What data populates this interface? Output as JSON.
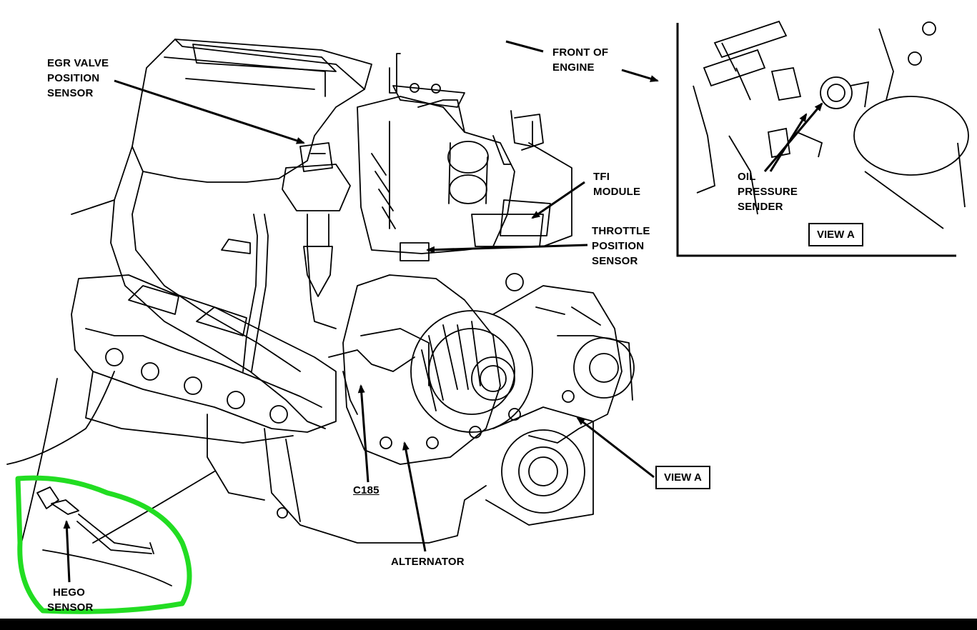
{
  "labels": {
    "egr_valve_position_sensor": [
      "EGR VALVE",
      "POSITION",
      "SENSOR"
    ],
    "front_of_engine": [
      "FRONT OF",
      "ENGINE"
    ],
    "tfi_module": [
      "TFI",
      "MODULE"
    ],
    "throttle_position_sensor": [
      "THROTTLE",
      "POSITION",
      "SENSOR"
    ],
    "oil_pressure_sender": [
      "OIL",
      "PRESSURE",
      "SENDER"
    ],
    "view_a_inset": "VIEW A",
    "view_a_main": "VIEW A",
    "c185": "C185",
    "alternator": "ALTERNATOR",
    "hego_sensor": [
      "HEGO",
      "SENSOR"
    ]
  },
  "colors": {
    "line": "#000000",
    "highlight": "#22dd22",
    "background": "#ffffff"
  }
}
